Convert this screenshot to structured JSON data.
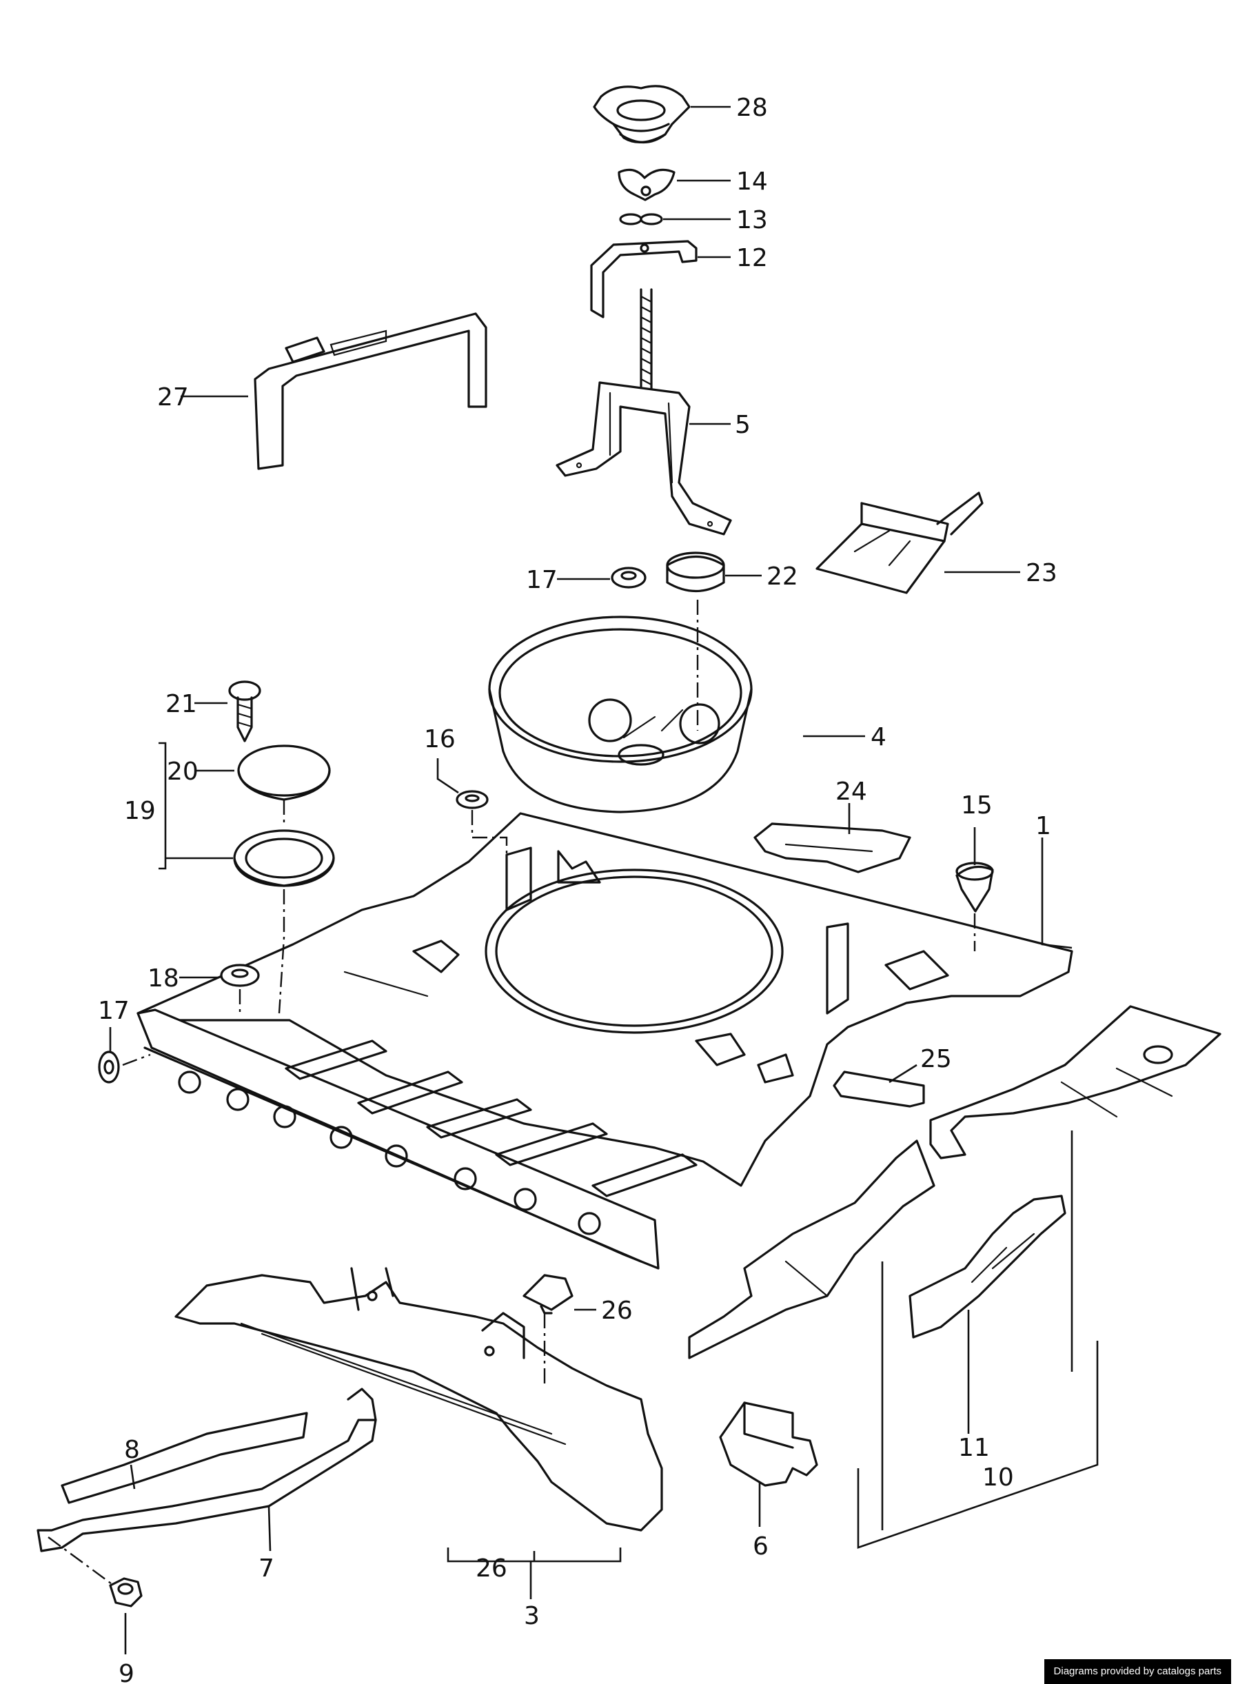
{
  "diagram": {
    "callouts": [
      "28",
      "14",
      "13",
      "12",
      "5",
      "27",
      "17",
      "22",
      "23",
      "4",
      "21",
      "20",
      "19",
      "16",
      "24",
      "15",
      "1",
      "18",
      "17",
      "25",
      "26",
      "8",
      "7",
      "9",
      "26",
      "3",
      "6",
      "11",
      "10"
    ]
  },
  "footer": {
    "credit": "Diagrams provided by catalogs parts"
  }
}
